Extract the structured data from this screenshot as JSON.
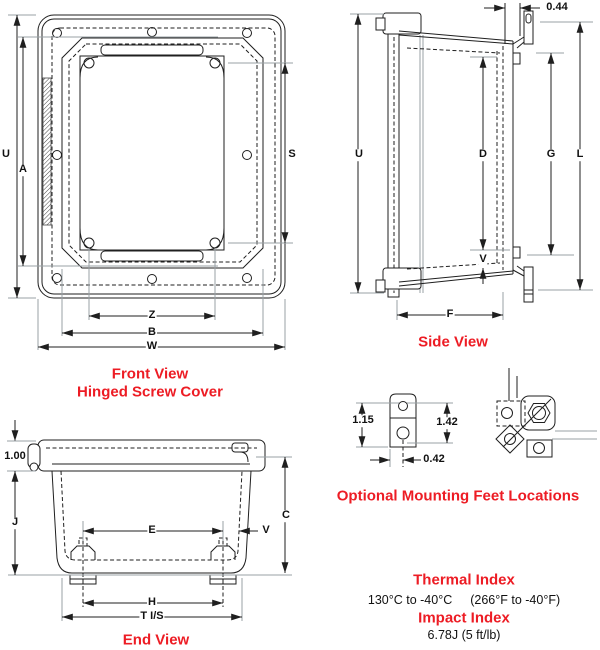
{
  "colors": {
    "accent_red": "#ed1c24",
    "line_black": "#1f1f1f",
    "extension_gray": "#9aa0a6"
  },
  "front_view": {
    "title": "Front View",
    "subtitle": "Hinged Screw Cover",
    "dim_labels": {
      "U": "U",
      "A": "A",
      "S": "S",
      "Z": "Z",
      "B": "B",
      "W": "W"
    }
  },
  "side_view": {
    "title": "Side View",
    "dim_labels": {
      "bracket_offset": "0.44",
      "U": "U",
      "D": "D",
      "G": "G",
      "L": "L",
      "V": "V",
      "F": "F"
    }
  },
  "end_view": {
    "title": "End View",
    "dim_labels": {
      "lid_height": "1.00",
      "J": "J",
      "E": "E",
      "C": "C",
      "V": "V",
      "H": "H",
      "T_IS": "T I/S"
    }
  },
  "mounting_feet": {
    "title": "Optional Mounting Feet Locations",
    "dim_labels": {
      "hole_span": "1.15",
      "foot_height": "1.42",
      "hole_offset": "0.42"
    }
  },
  "thermal": {
    "title": "Thermal Index",
    "range_c": "130°C to -40°C",
    "range_f": "(266°F to -40°F)"
  },
  "impact": {
    "title": "Impact Index",
    "value": "6.78J (5 ft/lb)"
  }
}
